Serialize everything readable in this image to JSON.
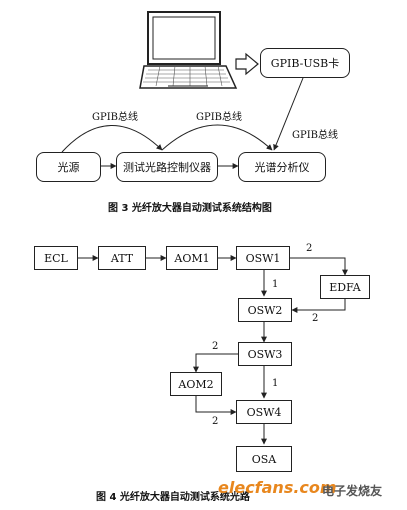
{
  "fig3": {
    "gpib_usb_card": "GPIB-USB卡",
    "light_source": "光源",
    "controller": "测试光路控制仪器",
    "spectrum_analyzer": "光谱分析仪",
    "bus_label_1": "GPIB总线",
    "bus_label_2": "GPIB总线",
    "bus_label_3": "GPIB总线",
    "caption": "图 3 光纤放大器自动测试系统结构图"
  },
  "fig4": {
    "ecl": "ECL",
    "att": "ATT",
    "aom1": "AOM1",
    "osw1": "OSW1",
    "edfa": "EDFA",
    "osw2": "OSW2",
    "osw3": "OSW3",
    "aom2": "AOM2",
    "osw4": "OSW4",
    "osa": "OSA",
    "port_osw1_edfa": "2",
    "port_osw1_osw2": "1",
    "port_edfa_osw2": "2",
    "port_osw3_aom2": "2",
    "port_osw3_osw4": "1",
    "port_aom2_osw4": "2",
    "caption": "图 4 光纤放大器自动测试系统光路"
  },
  "watermark": {
    "site": "elecfans.com",
    "cn": "电子发烧友"
  }
}
